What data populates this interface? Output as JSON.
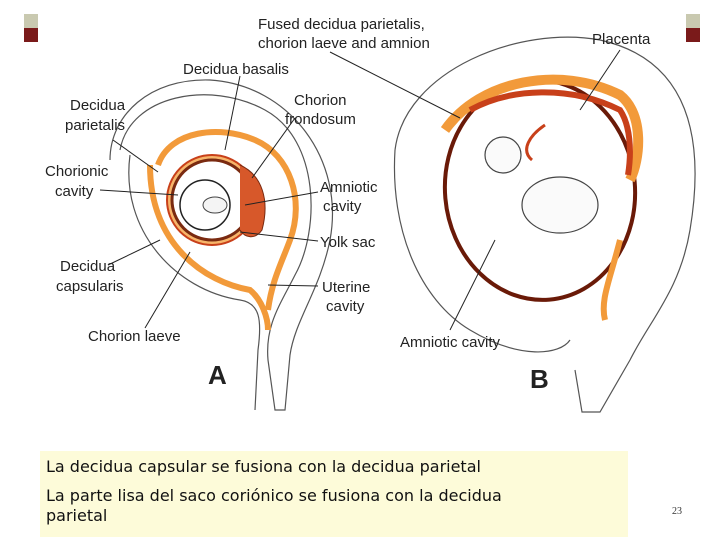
{
  "labels": {
    "fused": "Fused decidua parietalis,",
    "fused2": "chorion laeve and amnion",
    "placenta": "Placenta",
    "decidua_basalis": "Decidua basalis",
    "decidua": "Decidua",
    "parietalis": "parietalis",
    "chorion": "Chorion",
    "frondosum": "frondosum",
    "chorionic": "Chorionic",
    "cavity_a": "cavity",
    "amniotic": "Amniotic",
    "cavity_b": "cavity",
    "yolk_sac": "Yolk sac",
    "decidua2": "Decidua",
    "capsularis": "capsularis",
    "uterine": "Uterine",
    "cavity_c": "cavity",
    "chorion_laeve": "Chorion laeve",
    "amniotic_cavity": "Amniotic cavity",
    "panel_a": "A",
    "panel_b": "B"
  },
  "caption": {
    "line1": "La decidua capsular se fusiona con la decidua parietal",
    "line2": "La parte lisa del saco coriónico se fusiona con la decidua",
    "line3": "parietal"
  },
  "page_number": "23",
  "colors": {
    "decidua": "#f29a3a",
    "chorion": "#c8401a",
    "corner": "#7a1a1a",
    "caption_bg": "#fdfbd9"
  }
}
